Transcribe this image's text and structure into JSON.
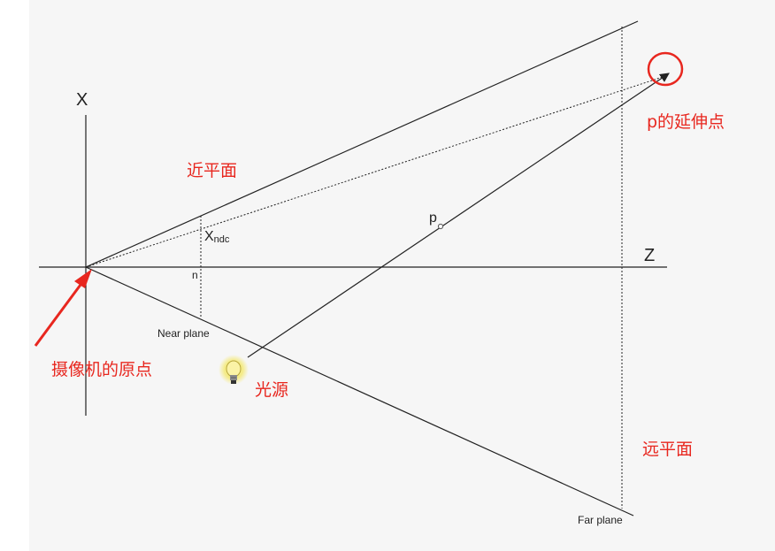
{
  "labels": {
    "x_axis": "X",
    "z_axis": "Z",
    "x_ndc_main": "X",
    "x_ndc_sub": "ndc",
    "n": "n",
    "p": "p",
    "near_plane": "Near plane",
    "far_plane": "Far plane",
    "near_plane_cn": "近平面",
    "far_plane_cn": "远平面",
    "p_extension": "p的延伸点",
    "camera_origin": "摄像机的原点",
    "light_source": "光源"
  },
  "colors": {
    "background": "#f6f6f6",
    "line": "#222222",
    "annotation": "#e8271f",
    "bulb": "#f4e86a"
  },
  "icons": {
    "light": "lightbulb-icon"
  }
}
